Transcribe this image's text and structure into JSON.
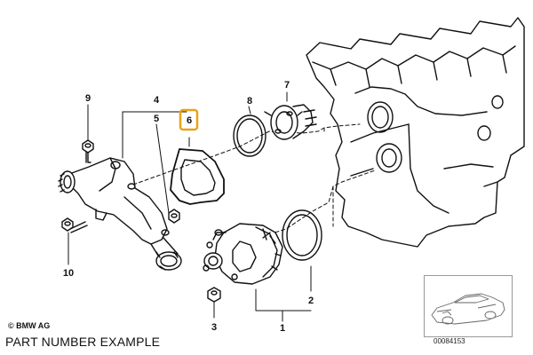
{
  "diagram": {
    "callouts": {
      "c1": "1",
      "c2": "2",
      "c3": "3",
      "c4": "4",
      "c5": "5",
      "c6": "6",
      "c7": "7",
      "c8": "8",
      "c9": "9",
      "c10": "10"
    },
    "highlight_color": "#e8a317",
    "copyright": "© BMW AG",
    "caption": "PART NUMBER EXAMPLE",
    "reference_number": "00084153"
  }
}
